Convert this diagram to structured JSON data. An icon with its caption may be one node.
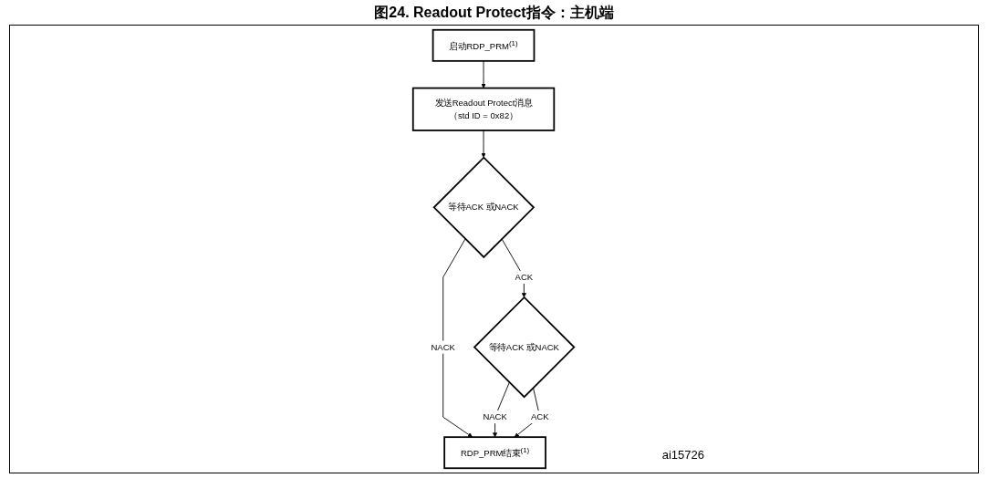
{
  "diagram": {
    "title": "图24. Readout Protect指令：主机端",
    "nodes": [
      {
        "text": [
          "启动RDP_PRM$^{(1)}$"
        ]
      },
      {
        "text": [
          "发送Readout Protect消息（std ID = 0x82）"
        ]
      },
      {
        "text": [
          "等待ACK 或NACK"
        ]
      },
      {
        "text": [
          "等待ACK 或NACK"
        ]
      },
      {
        "text": [
          "RDP_PRM结束$^{(1)}$"
        ]
      }
    ],
    "edges": [
      {
        "from": 0,
        "to": 1,
        "arrow": "to"
      },
      {
        "from": 1,
        "to": 2,
        "arrow": "to"
      },
      {
        "from": 2,
        "to": 3,
        "arrow": "to",
        "label": "ACK"
      },
      {
        "from": 2,
        "to": 4,
        "arrow": "to",
        "label": "NACK"
      },
      {
        "from": 3,
        "to": 4,
        "arrow": "to",
        "label": "NACK"
      },
      {
        "from": 3,
        "to": 4,
        "arrow": "to",
        "label": "ACK"
      }
    ],
    "labels": [
      "ai15726"
    ]
  }
}
